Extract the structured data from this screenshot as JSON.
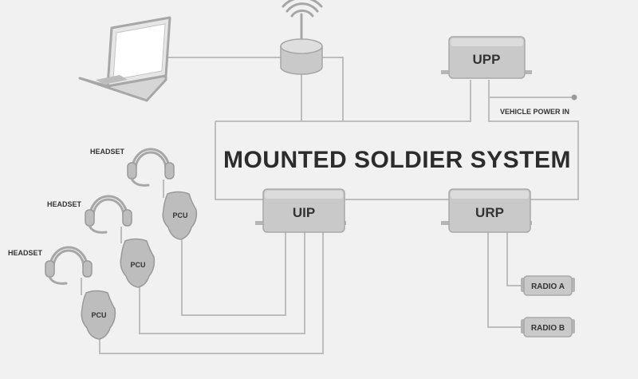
{
  "diagram": {
    "title": "MOUNTED SOLDIER SYSTEM",
    "nodes": {
      "upp": "UPP",
      "uip": "UIP",
      "urp": "URP",
      "vehicle_power": "VEHICLE POWER IN",
      "radio_a": "RADIO A",
      "radio_b": "RADIO B",
      "headset": "HEADSET",
      "pcu": "PCU"
    },
    "icons": [
      "laptop-icon",
      "router-icon",
      "wifi-icon",
      "headset-icon",
      "pcu-icon"
    ],
    "colors": {
      "background": "#f1f1f1",
      "wire": "#bdbdbd",
      "box": "#c9c9c9",
      "text": "#2c2c2c"
    }
  }
}
